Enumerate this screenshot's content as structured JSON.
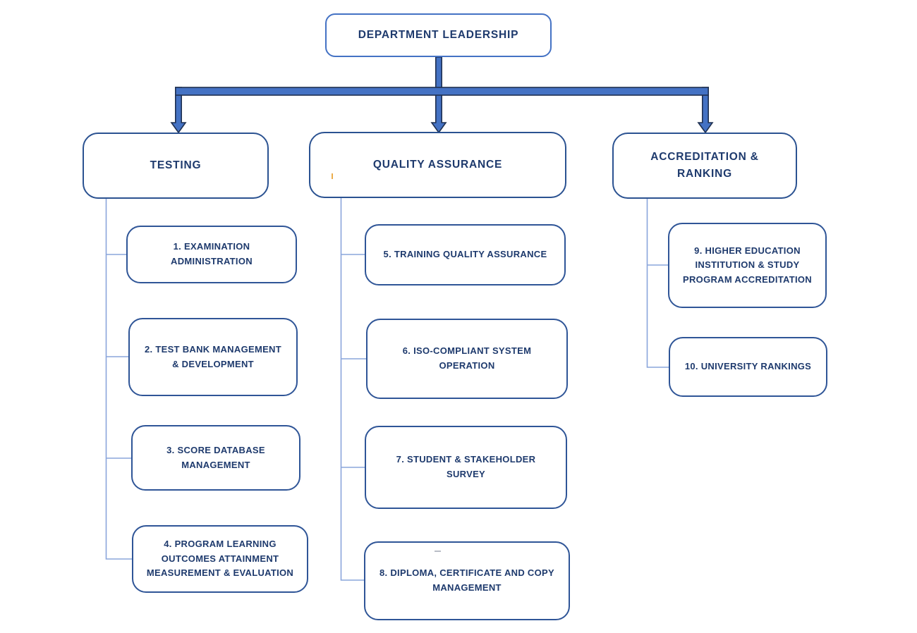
{
  "diagram": {
    "title": "Department organizational chart",
    "root": {
      "label": "DEPARTMENT LEADERSHIP"
    },
    "branches": [
      {
        "label": "TESTING",
        "children": [
          {
            "label": "1. EXAMINATION ADMINISTRATION"
          },
          {
            "label": "2. TEST BANK MANAGEMENT & DEVELOPMENT"
          },
          {
            "label": "3. SCORE DATABASE MANAGEMENT"
          },
          {
            "label": "4. PROGRAM LEARNING OUTCOMES ATTAINMENT MEASUREMENT & EVALUATION"
          }
        ]
      },
      {
        "label": "QUALITY ASSURANCE",
        "children": [
          {
            "label": "5. TRAINING QUALITY ASSURANCE"
          },
          {
            "label": "6. ISO-COMPLIANT SYSTEM OPERATION"
          },
          {
            "label": "7. STUDENT & STAKEHOLDER SURVEY"
          },
          {
            "label": "8. DIPLOMA, CERTIFICATE AND COPY MANAGEMENT"
          }
        ]
      },
      {
        "label": "ACCREDITATION & RANKING",
        "children": [
          {
            "label": "9. HIGHER EDUCATION INSTITUTION & STUDY PROGRAM ACCREDITATION"
          },
          {
            "label": "10. UNIVERSITY RANKINGS"
          }
        ]
      }
    ]
  },
  "palette": {
    "background": "#FFFFFF",
    "root_border": "#4472C4",
    "category_border": "#2B5291",
    "child_border": "#2F5597",
    "text": "#1E3A6D",
    "arrow_fill": "#4472C4",
    "arrow_outline": "#1F3050",
    "connector_line": "#8AA5DC"
  }
}
